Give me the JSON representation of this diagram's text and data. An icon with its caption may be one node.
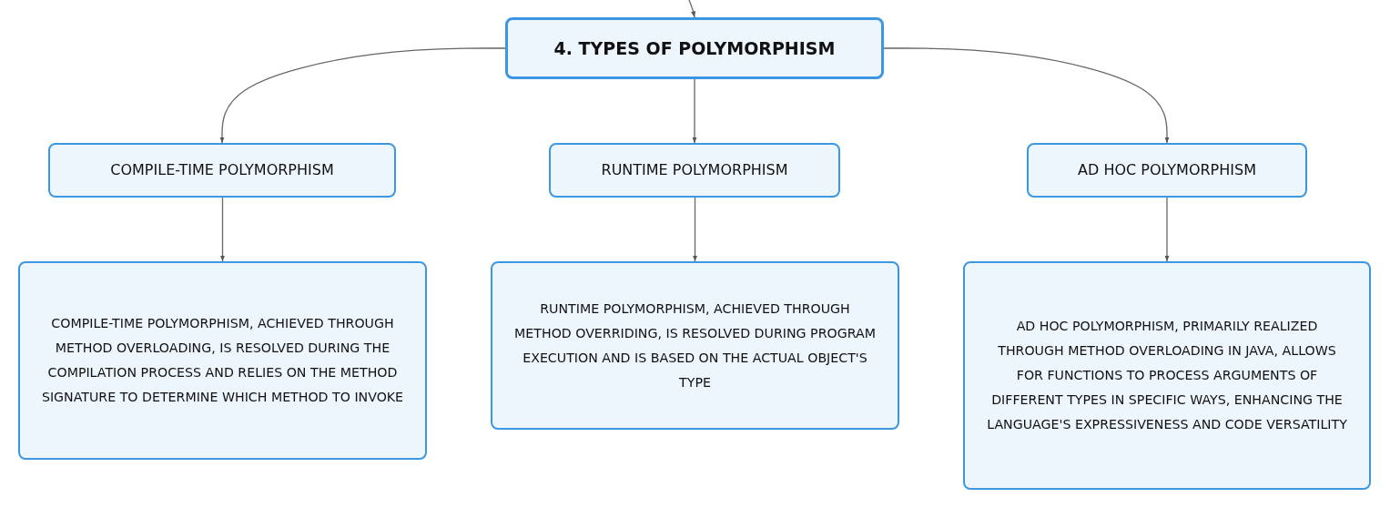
{
  "diagram": {
    "nodes": [
      {
        "text": [
          "4. TYPES OF POLYMORPHISM"
        ]
      },
      {
        "text": [
          "COMPILE-TIME POLYMORPHISM"
        ]
      },
      {
        "text": [
          "RUNTIME POLYMORPHISM"
        ]
      },
      {
        "text": [
          "AD HOC POLYMORPHISM"
        ]
      },
      {
        "text": [
          "COMPILE-TIME POLYMORPHISM, ACHIEVED THROUGH METHOD OVERLOADING, IS RESOLVED DURING THE COMPILATION PROCESS AND RELIES ON THE METHOD SIGNATURE TO DETERMINE WHICH METHOD TO INVOKE"
        ]
      },
      {
        "text": [
          "RUNTIME POLYMORPHISM, ACHIEVED THROUGH METHOD OVERRIDING, IS RESOLVED DURING PROGRAM EXECUTION AND IS BASED ON THE ACTUAL OBJECT'S TYPE"
        ]
      },
      {
        "text": [
          "AD HOC POLYMORPHISM, PRIMARILY REALIZED THROUGH METHOD OVERLOADING IN JAVA, ALLOWS FOR FUNCTIONS TO PROCESS ARGUMENTS OF DIFFERENT TYPES IN SPECIFIC WAYS, ENHANCING THE LANGUAGE'S EXPRESSIVENESS AND CODE VERSATILITY"
        ]
      }
    ],
    "edges": [
      {
        "from": null,
        "to": 0,
        "arrow": "to"
      },
      {
        "from": 0,
        "to": 1,
        "arrow": "to"
      },
      {
        "from": 0,
        "to": 2,
        "arrow": "to"
      },
      {
        "from": 0,
        "to": 3,
        "arrow": "to"
      },
      {
        "from": 1,
        "to": 4,
        "arrow": "to"
      },
      {
        "from": 2,
        "to": 5,
        "arrow": "to"
      },
      {
        "from": 3,
        "to": 6,
        "arrow": "to"
      }
    ]
  }
}
